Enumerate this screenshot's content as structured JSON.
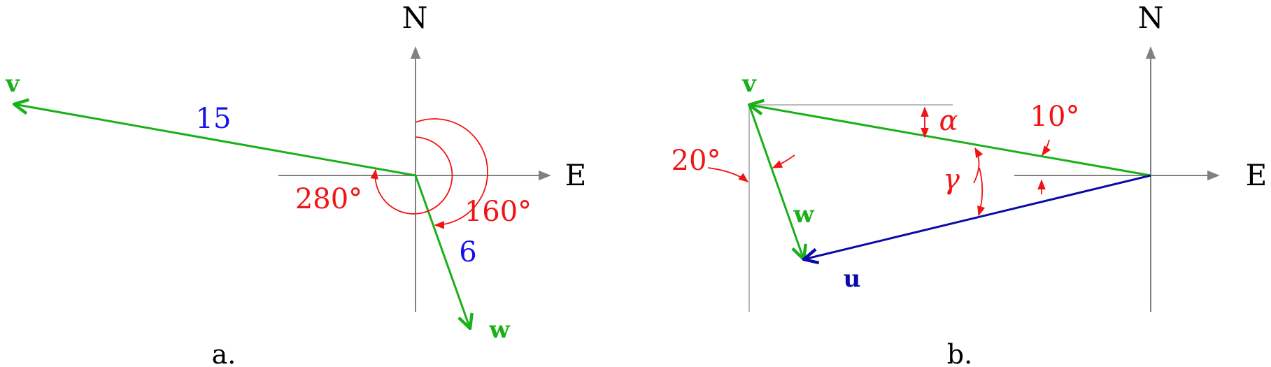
{
  "colors": {
    "vector": "#1ab01a",
    "resultant": "#0a0aa8",
    "angle": "#f01414",
    "magnitude": "#1414e6",
    "axis": "#808080"
  },
  "panel_a": {
    "north_label": "N",
    "east_label": "E",
    "vector_v_label": "v",
    "vector_w_label": "w",
    "magnitude_v": "15",
    "magnitude_w": "6",
    "bearing_v": "280°",
    "bearing_w": "160°",
    "caption": "a."
  },
  "panel_b": {
    "north_label": "N",
    "east_label": "E",
    "vector_v_label": "v",
    "vector_w_label": "w",
    "vector_u_label": "u",
    "angle_20": "20°",
    "angle_10": "10°",
    "angle_alpha": "α",
    "angle_gamma": "γ",
    "caption": "b."
  }
}
